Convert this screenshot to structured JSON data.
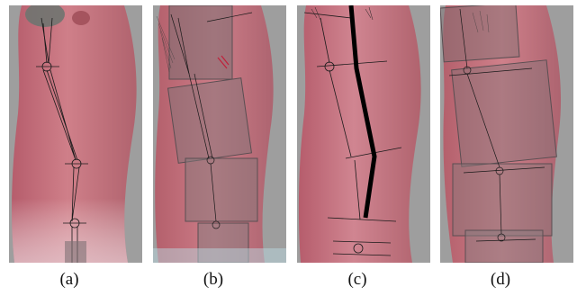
{
  "figure": {
    "panels": [
      {
        "caption": "(a)"
      },
      {
        "caption": "(b)"
      },
      {
        "caption": "(c)"
      },
      {
        "caption": "(d)"
      }
    ],
    "colors": {
      "background": "#9a9a9a",
      "skin": "#c8717d",
      "skeleton_wire": "#1a1a1a",
      "bounding_box": "#8a7d80",
      "bone_highlight": "#000000"
    }
  }
}
